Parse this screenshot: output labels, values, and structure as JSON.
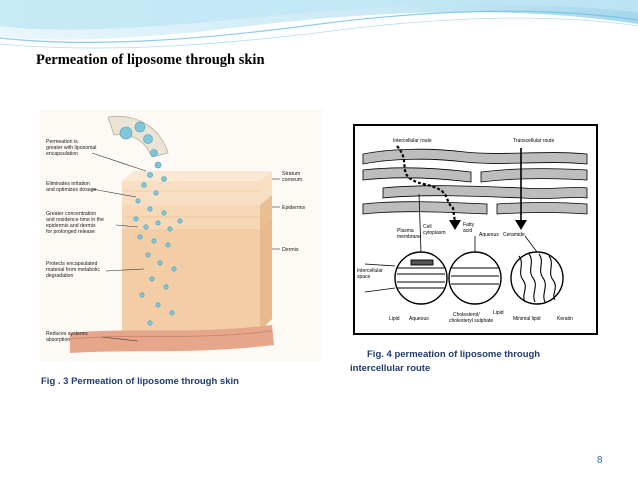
{
  "slide": {
    "title": "Permeation of liposome through skin",
    "page_number": "8"
  },
  "figure_left": {
    "labels": {
      "permeation": [
        "Permeation is",
        "greater with liposomal",
        "encapsulation"
      ],
      "irritation": [
        "Eliminates irritation",
        "and optimizes dosage"
      ],
      "concentration": [
        "Greater concentration",
        "and residence time in the",
        "epidermis and dermis",
        "for prolonged release"
      ],
      "protects": [
        "Protects encapsulated",
        "material from metabolic",
        "degradation"
      ],
      "systemic": [
        "Reduces systemic",
        "absorption"
      ],
      "stratum": [
        "Stratum",
        "corneum"
      ],
      "epidermis": "Epidermis",
      "dermis": "Dermis"
    },
    "caption": "Fig . 3 Permeation of liposome through skin"
  },
  "figure_right": {
    "labels": {
      "intercellular_route": "Intercellular route",
      "transcellular_route": "Transcellular route",
      "plasma": [
        "Plasma",
        "membrane"
      ],
      "cell": [
        "Cell",
        "cytoplasm"
      ],
      "fatty": [
        "Fatty",
        "acid"
      ],
      "aqueous": "Aqueous",
      "ceramide": "Ceramide",
      "intercellular_space": [
        "Intercellular",
        "space"
      ],
      "lipid1": "Lipid",
      "aqueous2": "Aqueous",
      "cholesterol": [
        "Cholesterol/",
        "cholesteryl sulphate"
      ],
      "lipid2": "Lipid",
      "minimal_lipid": "Minimal lipid",
      "keratin": "Keratin"
    },
    "caption_line1": "Fig. 4  permeation of liposome through",
    "caption_line2": "intercellular route"
  },
  "colors": {
    "title_text": "#000000",
    "caption_text": "#1f3b70",
    "accent_swoosh": "#8fd3ec",
    "page_number": "#2a6fb0",
    "skin": "#f2cda6",
    "liposome": "#7fc6d8"
  }
}
